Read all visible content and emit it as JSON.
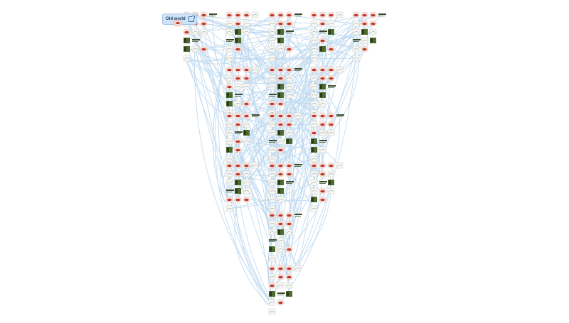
{
  "root": {
    "label": "Old world",
    "open_icon": "external-link-icon",
    "thumb": "red-creature-thumbnail"
  },
  "colors": {
    "edge": "#bcd8f0",
    "badge_bg": "#cfe2f6",
    "badge_text": "#20466e",
    "creature": "#c0392b",
    "plant": "#4f6a2c",
    "sketch": "#8a8a8a"
  },
  "legend_kinds": [
    "creature",
    "sketch",
    "photo",
    "plant",
    "bar"
  ],
  "columns": [
    {
      "rows": [
        "c",
        "c",
        "c",
        "c",
        "s",
        "s",
        "p",
        "b",
        "p",
        "s"
      ]
    },
    {
      "rows": [
        "c",
        "c",
        "s",
        "s",
        "p",
        "s",
        "b",
        "p",
        "s",
        "c"
      ]
    },
    {
      "rows": [
        "c",
        "c",
        "c",
        "s",
        "p",
        "b",
        "s",
        "p",
        "s",
        "s"
      ]
    },
    {
      "rows": [
        "c",
        "c",
        "s",
        "s",
        "b",
        "p",
        "s",
        "c",
        "s",
        "p"
      ]
    },
    {
      "rows": [
        "c",
        "c",
        "c",
        "s",
        "p",
        "s",
        "b",
        "s",
        "p",
        "s"
      ]
    }
  ]
}
